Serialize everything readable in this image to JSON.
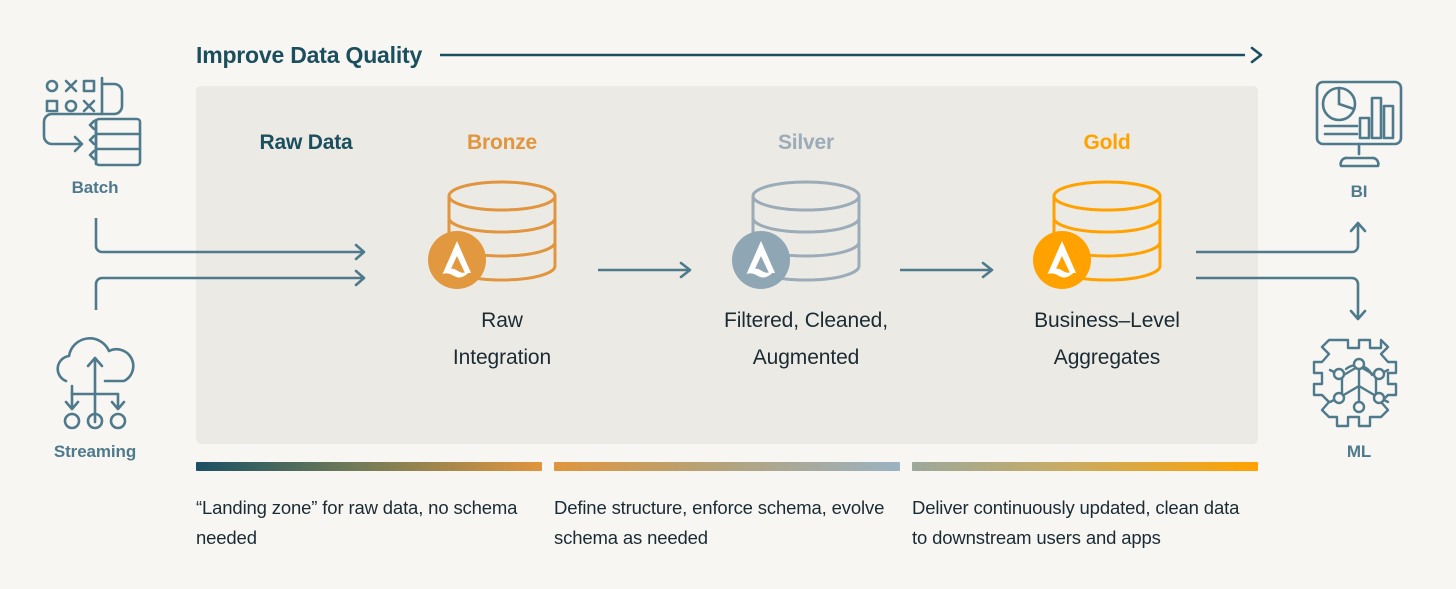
{
  "page": {
    "background_color": "#F7F6F3",
    "panel_color": "#ECEAE5"
  },
  "header": {
    "title": "Improve Data Quality",
    "title_color": "#1B4F5E",
    "arrow_icon": "right-arrow-icon"
  },
  "sources": [
    {
      "id": "batch",
      "label": "Batch",
      "icon": "batch-icon",
      "color": "#4F7A8C"
    },
    {
      "id": "streaming",
      "label": "Streaming",
      "icon": "streaming-cloud-icon",
      "color": "#4F7A8C"
    }
  ],
  "stages": [
    {
      "id": "raw-data",
      "label": "Raw Data",
      "color": "#1B4F5E",
      "description": "",
      "icon": ""
    },
    {
      "id": "bronze",
      "label": "Bronze",
      "color": "#E0953E",
      "description_line1": "Raw",
      "description_line2": "Integration",
      "icon": "database-stack-icon",
      "badge_icon": "delta-lake-logo-icon"
    },
    {
      "id": "silver",
      "label": "Silver",
      "color": "#9BACB8",
      "description_line1": "Filtered, Cleaned,",
      "description_line2": "Augmented",
      "icon": "database-stack-icon",
      "badge_icon": "delta-lake-logo-icon"
    },
    {
      "id": "gold",
      "label": "Gold",
      "color": "#FFA200",
      "description_line1": "Business–Level",
      "description_line2": "Aggregates",
      "icon": "database-stack-icon",
      "badge_icon": "delta-lake-logo-icon"
    }
  ],
  "consumers": [
    {
      "id": "bi",
      "label": "BI",
      "icon": "bi-dashboard-monitor-icon",
      "color": "#4F7A8C"
    },
    {
      "id": "ml",
      "label": "ML",
      "icon": "ml-gear-network-icon",
      "color": "#4F7A8C"
    }
  ],
  "callouts": [
    {
      "id": "bronze-callout",
      "text": "“Landing zone” for raw data, no schema needed",
      "gradient_from": "#1B5164",
      "gradient_to": "#E0953E"
    },
    {
      "id": "silver-callout",
      "text": "Define structure, enforce schema, evolve schema as needed",
      "gradient_from": "#E0953E",
      "gradient_to": "#9BB2C2"
    },
    {
      "id": "gold-callout",
      "text": "Deliver continuously updated, clean data to downstream users and apps",
      "gradient_from": "#9BA89B",
      "gradient_to": "#FFA200"
    }
  ],
  "connectors": [
    {
      "id": "batch-to-pipeline",
      "icon": "elbow-arrow-right-icon"
    },
    {
      "id": "streaming-to-pipeline",
      "icon": "elbow-arrow-right-icon"
    },
    {
      "id": "bronze-to-silver",
      "icon": "right-arrow-icon"
    },
    {
      "id": "silver-to-gold",
      "icon": "right-arrow-icon"
    },
    {
      "id": "gold-to-bi",
      "icon": "elbow-arrow-up-icon"
    },
    {
      "id": "gold-to-ml",
      "icon": "elbow-arrow-down-icon"
    }
  ]
}
